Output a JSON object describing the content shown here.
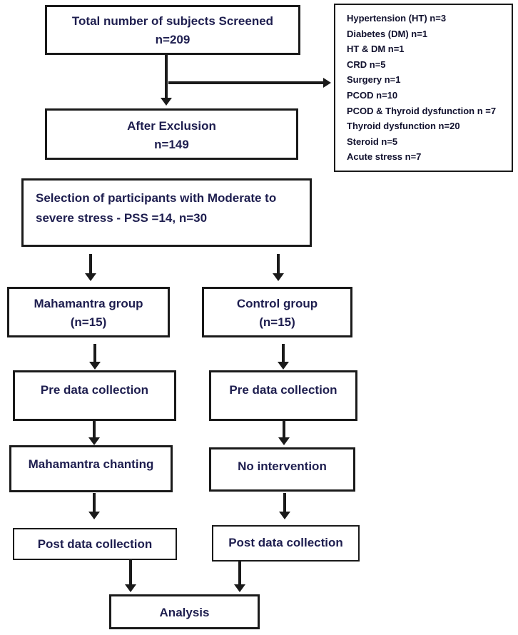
{
  "colors": {
    "background": "#ffffff",
    "box_border": "#1a1a1a",
    "box_text": "#1e1e4f",
    "list_text": "#11112e"
  },
  "flowchart": {
    "screened": {
      "line1": "Total number of subjects Screened",
      "line2": "n=209"
    },
    "exclusions": {
      "items": [
        "Hypertension (HT) n=3",
        "Diabetes (DM) n=1",
        "HT & DM n=1",
        "CRD n=5",
        "Surgery n=1",
        "PCOD n=10",
        "PCOD & Thyroid dysfunction n =7",
        "Thyroid dysfunction n=20",
        "Steroid n=5",
        "Acute stress n=7"
      ]
    },
    "after_exclusion": {
      "line1": "After Exclusion",
      "line2": "n=149"
    },
    "selection": {
      "line1": "Selection of participants with Moderate to",
      "line2": "severe stress - PSS =14, n=30"
    },
    "mahamantra_group": {
      "line1": "Mahamantra group",
      "line2": "(n=15)"
    },
    "control_group": {
      "line1": "Control group",
      "line2": "(n=15)"
    },
    "pre_data_left": "Pre data collection",
    "pre_data_right": "Pre data collection",
    "intervention_left": "Mahamantra chanting",
    "intervention_right": "No intervention",
    "post_data_left": "Post data collection",
    "post_data_right": "Post data collection",
    "analysis": "Analysis"
  }
}
